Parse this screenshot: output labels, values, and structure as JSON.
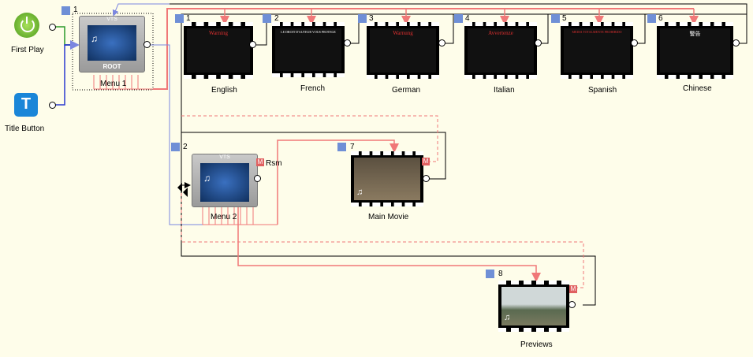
{
  "nodes": {
    "first_play": {
      "label": "First Play"
    },
    "title_button": {
      "label": "Title Button",
      "icon_letter": "T"
    },
    "menu1": {
      "number": "1",
      "label": "Menu 1",
      "header": "VTS",
      "footer": "ROOT"
    },
    "menu2": {
      "number": "2",
      "label": "Menu 2",
      "header": "VTS",
      "rsm": "Rsm"
    },
    "titles": [
      {
        "number": "1",
        "label": "English",
        "heading": "Warning"
      },
      {
        "number": "2",
        "label": "French",
        "heading": "LE DROIT D'AUTEUR VOUS PROTEGE"
      },
      {
        "number": "3",
        "label": "German",
        "heading": "Warnung"
      },
      {
        "number": "4",
        "label": "Italian",
        "heading": "Avvertenze"
      },
      {
        "number": "5",
        "label": "Spanish",
        "heading": "MEDIA TOTALMENTE PROHIBIDO"
      },
      {
        "number": "6",
        "label": "Chinese",
        "heading": "警告"
      }
    ],
    "main_movie": {
      "number": "7",
      "label": "Main Movie",
      "marker": "M"
    },
    "previews": {
      "number": "8",
      "label": "Previews",
      "marker": "M"
    }
  },
  "colors": {
    "background": "#fefdea",
    "badge": "#6f8fd6",
    "link_red": "#f07878",
    "link_blue": "#7b86e0",
    "link_black": "#000000",
    "link_green": "#2a9a2a",
    "marker": "#e06060"
  }
}
